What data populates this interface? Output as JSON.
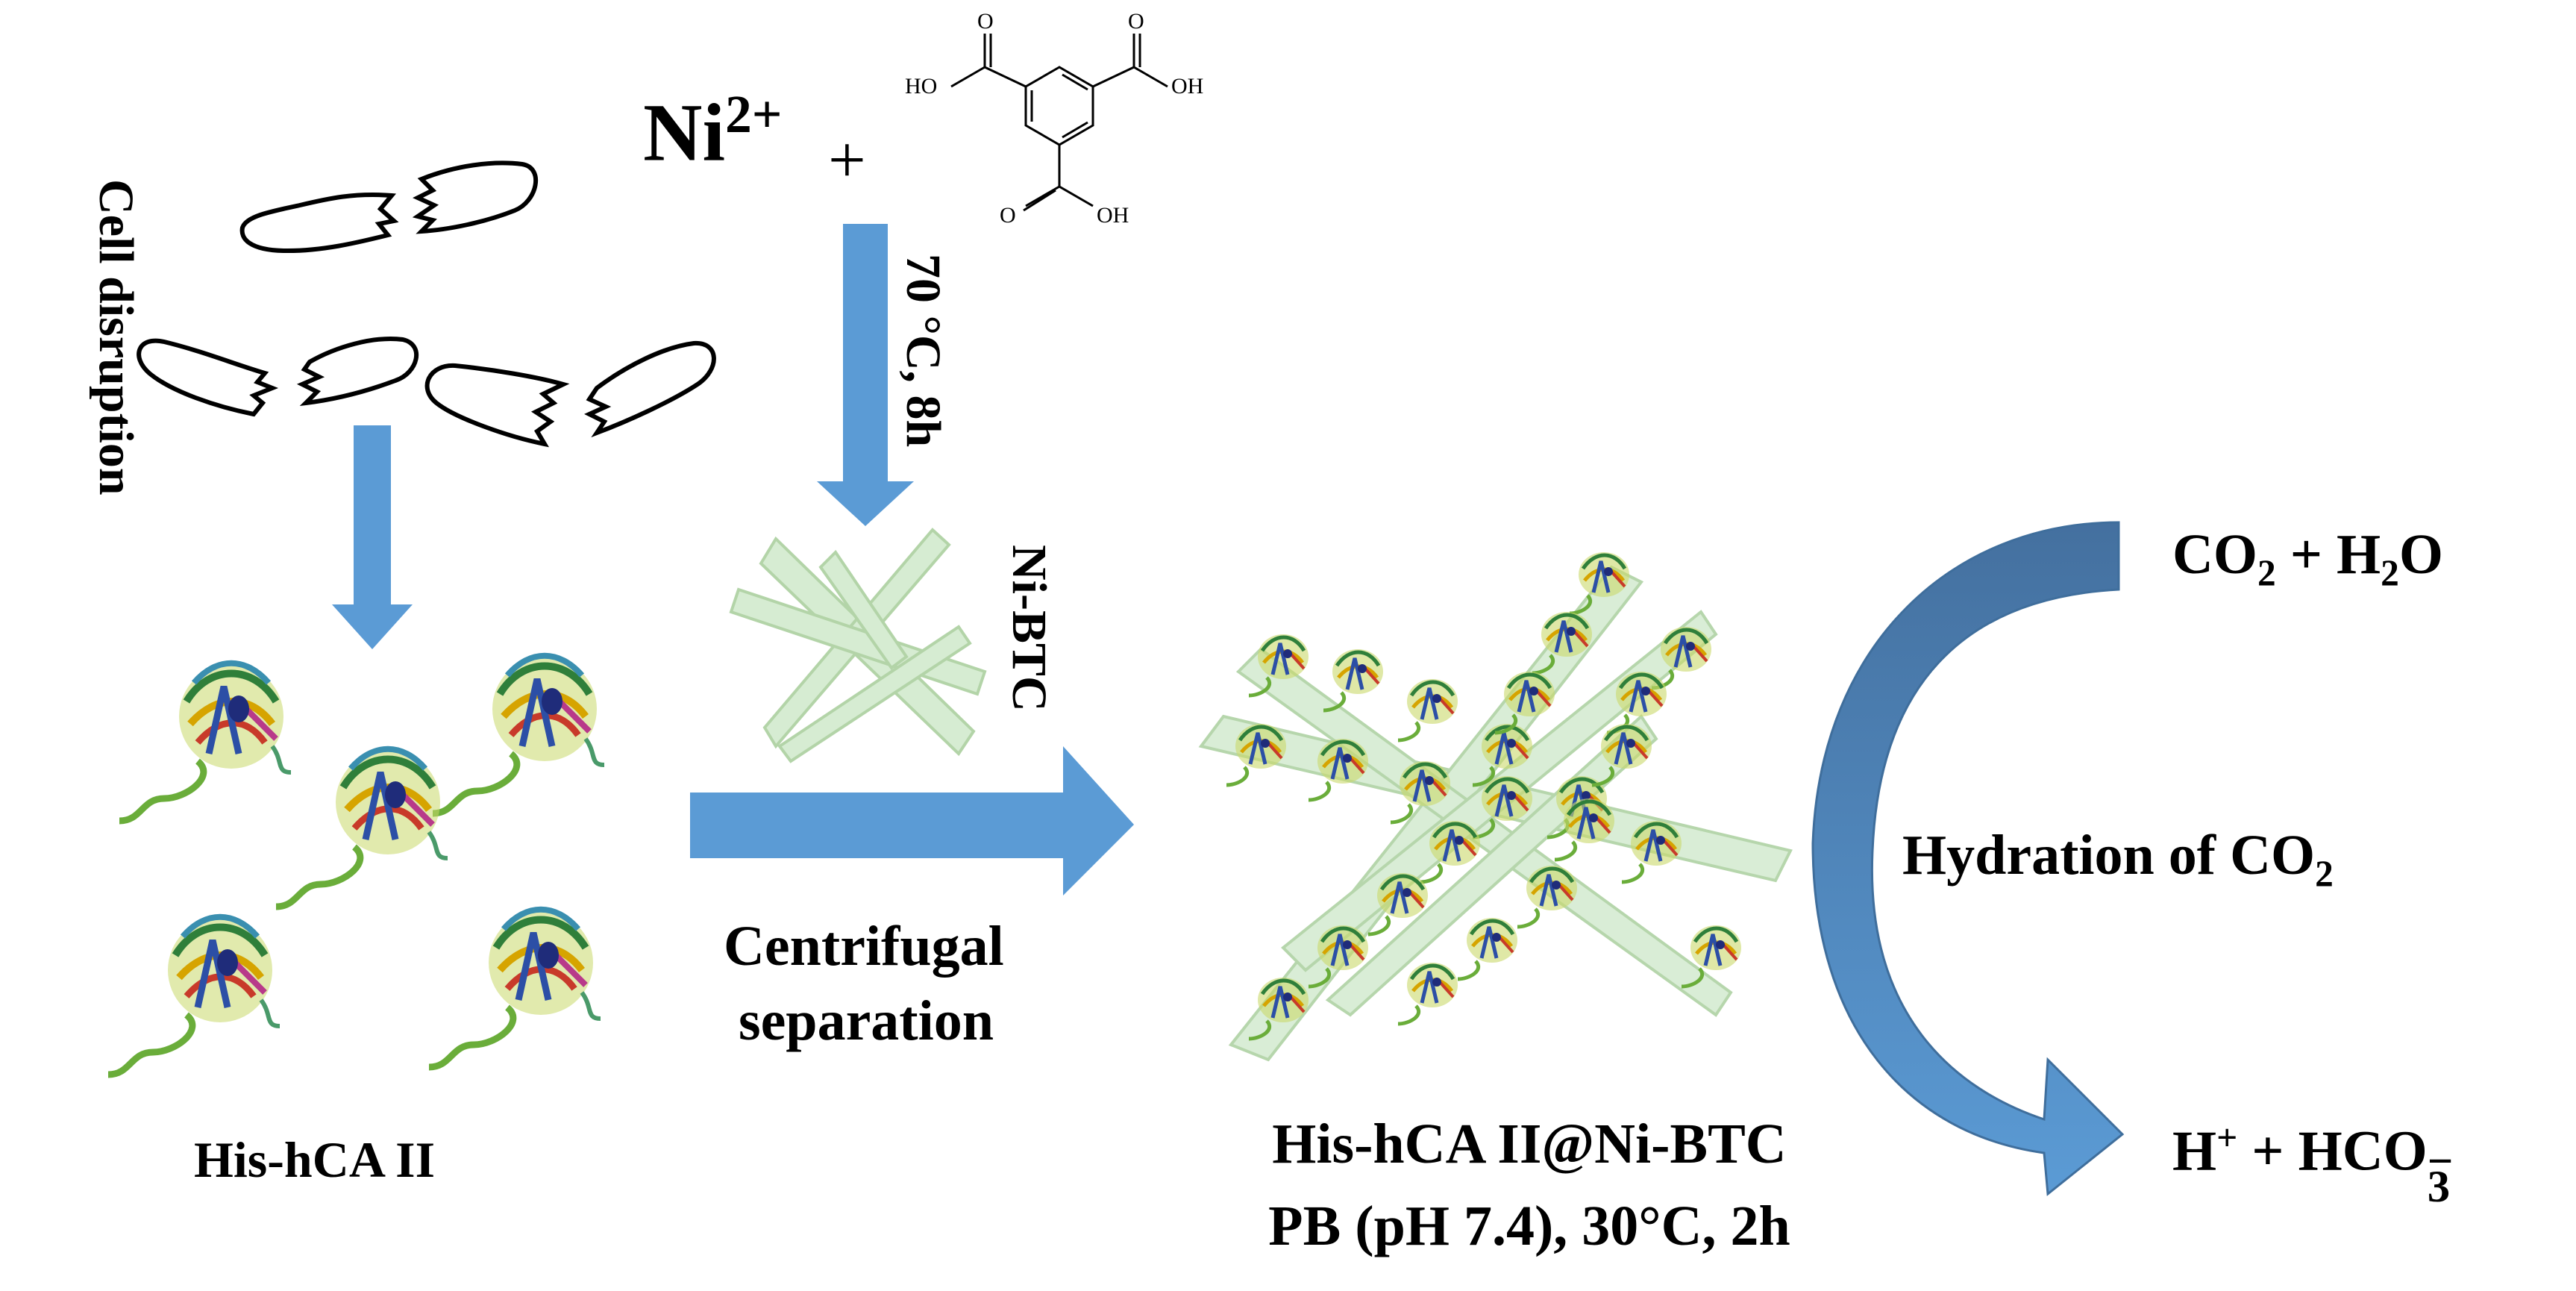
{
  "reagents": {
    "ion": "Ni",
    "ion_charge": "2+",
    "plus": "+"
  },
  "btc_molecule": {
    "label_left": "HO",
    "label_right": "OH",
    "label_bottom": "OH"
  },
  "steps": {
    "cell_disruption": "Cell disruption",
    "reaction_conditions": "70 °C, 8h",
    "mof_name": "Ni-BTC",
    "centrifugal_line1": "Centrifugal",
    "centrifugal_line2": "separation"
  },
  "products": {
    "enzyme": "His-hCA II",
    "composite_line1": "His-hCA II@Ni-BTC",
    "composite_line2": "PB (pH 7.4), 30°C, 2h"
  },
  "hydration": {
    "reactant_a": "CO",
    "reactant_a_sub": "2",
    "plus1": " + ",
    "reactant_b": "H",
    "reactant_b_sub": "2",
    "reactant_b_tail": "O",
    "process_prefix": "Hydration of CO",
    "process_sub": "2",
    "product_a": "H",
    "product_a_sup": "+",
    "plus2": " + ",
    "product_b": "HCO",
    "product_b_sub": "3",
    "product_b_sup": "−"
  },
  "colors": {
    "arrow": "#5b9bd5",
    "curved_arrow": "#4f7fb8",
    "crystal": "#d6ecd2",
    "crystal_edge": "#b3d4a8",
    "coil": "#6aad3a"
  }
}
